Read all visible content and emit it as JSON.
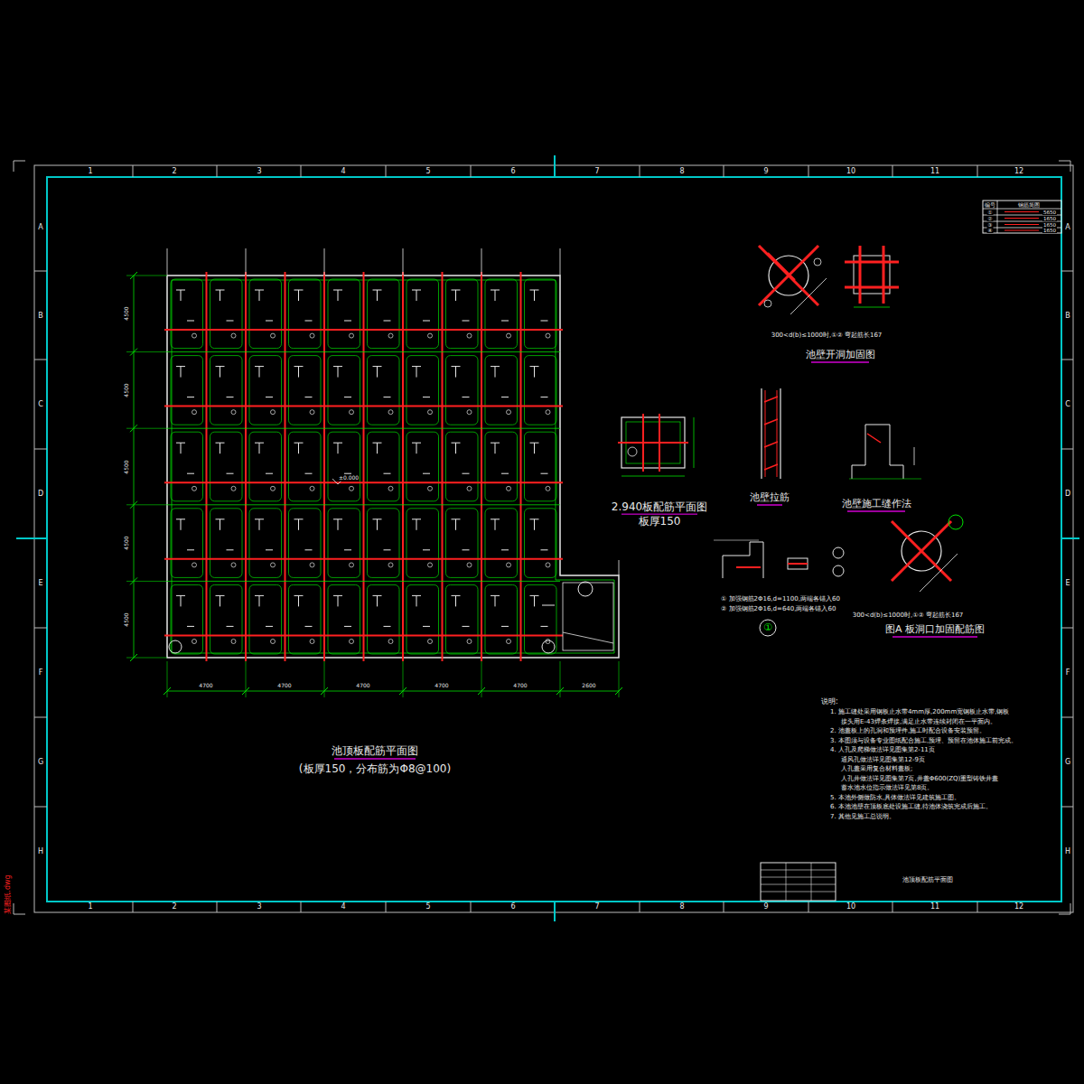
{
  "diagram": {
    "title": "池顶板配筋平面图",
    "labels": [
      "1",
      "2",
      "3",
      "4",
      "5",
      "6",
      "7",
      "8",
      "9",
      "10",
      "11",
      "12",
      "1",
      "2",
      "3",
      "4",
      "5",
      "6",
      "7",
      "8",
      "9",
      "10",
      "11",
      "12",
      "A",
      "B",
      "C",
      "D",
      "E",
      "F",
      "G",
      "H",
      "A",
      "B",
      "C",
      "D",
      "E",
      "F",
      "G",
      "H",
      "(板厚150，分布筋为Φ8@100)",
      "2.940板配筋平面图",
      "板厚150",
      "池壁开洞加固图",
      "300<d(b)≤1000时,①② 弯起筋长167",
      "池壁拉筋",
      "池壁施工缝作法",
      "① 加强钢筋2Φ16,d=1100,两端各锚入60",
      "② 加强钢筋2Φ16,d=640,两端各锚入60",
      "①",
      "300<d(b)≤1000时,①② 弯起筋长167",
      "图A 板洞口加固配筋图",
      "说明:",
      "1. 施工缝处采用钢板止水带4mm厚,200mm宽钢板止水带,钢板",
      "接头用E-43焊条焊接,满足止水带连续封闭在一平面内。",
      "2. 池盖板上的孔洞和预埋件,施工时配合设备安装预留。",
      "3. 本图须与设备专业图纸配合施工,预埋、预留在池体施工前完成。",
      "4. 人孔及爬梯做法详见图集第2-11页",
      "通风孔做法详见图集第12-9页",
      "人孔盖采用复合材料盖板;",
      "人孔井做法详见图集第7页,井盖Φ600(ZQ)重型铸铁井盖",
      "蓄水池水位指示做法详见第8页。",
      "5. 本池外侧做防水,具体做法详见建筑施工图。",
      "6. 本池池壁在顶板底处设施工缝,待池体浇筑完成后施工。",
      "7. 其他见施工总说明。",
      "编号",
      "钢筋简图",
      "①",
      "②",
      "③",
      "④",
      "5650",
      "1650",
      "1650",
      "1650",
      "池顶板配筋平面图",
      "某图纸.dwg",
      "4500",
      "4500",
      "4500",
      "4500",
      "4500",
      "4700",
      "4700",
      "4700",
      "4700",
      "4700",
      "2600",
      "±0.000"
    ]
  }
}
